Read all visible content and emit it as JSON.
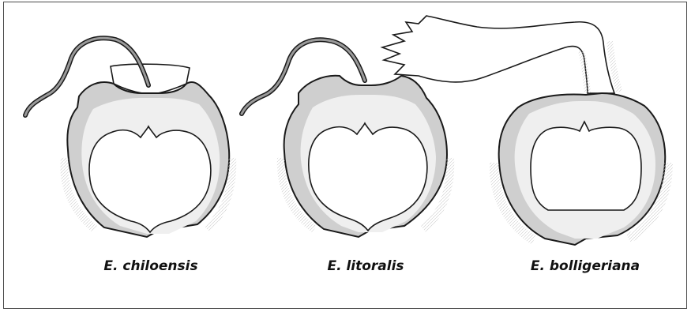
{
  "figure": {
    "specimens": [
      {
        "label": "E. chiloensis",
        "appendage": "tube"
      },
      {
        "label": "E. litoralis",
        "appendage": "tube"
      },
      {
        "label": "E. bolligeriana",
        "appendage": "fringed-flange"
      }
    ]
  },
  "colors": {
    "outline": "#1a1a1a",
    "shell_fill": "#cfcfcf",
    "inner_band": "#f4f4f4",
    "border": "#4a4a4a"
  }
}
